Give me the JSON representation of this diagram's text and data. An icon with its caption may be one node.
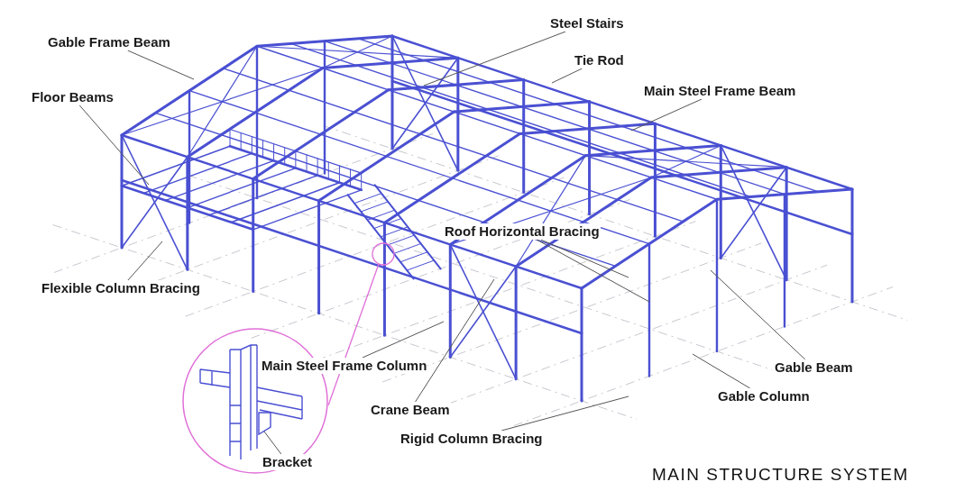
{
  "diagram": {
    "title": "MAIN STRUCTURE SYSTEM",
    "nodes": [
      {
        "text": [
          "Gable Frame Beam"
        ]
      },
      {
        "text": [
          "Floor Beams"
        ]
      },
      {
        "text": [
          "Flexible Column Bracing"
        ]
      },
      {
        "text": [
          "Steel Stairs"
        ]
      },
      {
        "text": [
          "Tie Rod"
        ]
      },
      {
        "text": [
          "Main Steel Frame Beam"
        ]
      },
      {
        "text": [
          "Roof Horizontal Bracing"
        ]
      },
      {
        "text": [
          "Main Steel Frame Column"
        ]
      },
      {
        "text": [
          "Crane Beam"
        ]
      },
      {
        "text": [
          "Rigid Column Bracing"
        ]
      },
      {
        "text": [
          "Gable Beam"
        ]
      },
      {
        "text": [
          "Gable Column"
        ]
      },
      {
        "text": [
          "Bracket"
        ]
      }
    ],
    "edges": [
      {
        "from": 0,
        "to": null,
        "arrow": "none"
      },
      {
        "from": 1,
        "to": null,
        "arrow": "none"
      },
      {
        "from": 2,
        "to": null,
        "arrow": "none"
      },
      {
        "from": 3,
        "to": null,
        "arrow": "none"
      },
      {
        "from": 4,
        "to": null,
        "arrow": "none"
      },
      {
        "from": 5,
        "to": null,
        "arrow": "none"
      },
      {
        "from": 6,
        "to": null,
        "arrow": "none"
      },
      {
        "from": 6,
        "to": null,
        "arrow": "none"
      },
      {
        "from": 7,
        "to": null,
        "arrow": "none"
      },
      {
        "from": 8,
        "to": null,
        "arrow": "none"
      },
      {
        "from": 9,
        "to": null,
        "arrow": "none"
      },
      {
        "from": 10,
        "to": null,
        "arrow": "none"
      },
      {
        "from": 11,
        "to": null,
        "arrow": "none"
      },
      {
        "from": 12,
        "to": null,
        "arrow": "none"
      }
    ]
  }
}
